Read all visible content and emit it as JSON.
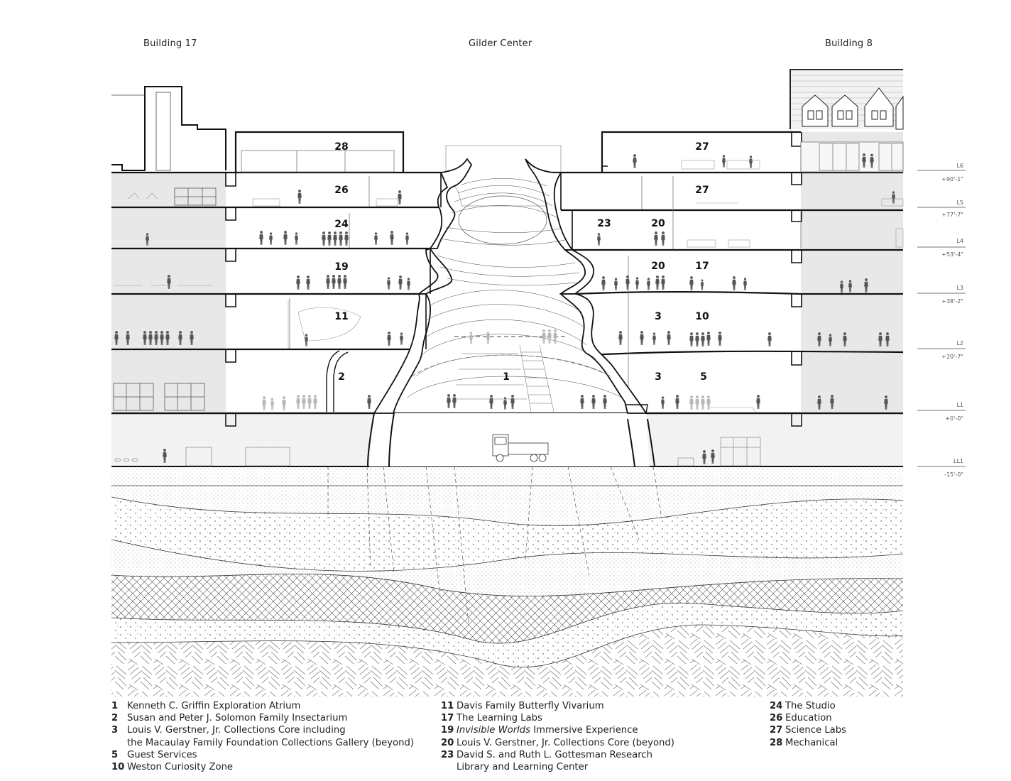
{
  "headers": {
    "building_17": "Building 17",
    "gilder_center": "Gilder Center",
    "building_8": "Building 8"
  },
  "room_numbers": [
    "28",
    "27",
    "26",
    "27",
    "24",
    "23",
    "20",
    "19",
    "20",
    "17",
    "11",
    "3",
    "10",
    "2",
    "1",
    "3",
    "5"
  ],
  "levels": [
    {
      "name": "L6",
      "elev": "+90'-1\""
    },
    {
      "name": "L5",
      "elev": "+77'-7\""
    },
    {
      "name": "L4",
      "elev": "+53'-4\""
    },
    {
      "name": "L3",
      "elev": "+38'-2\""
    },
    {
      "name": "L2",
      "elev": "+20'-7\""
    },
    {
      "name": "L1",
      "elev": "+0'-0\""
    },
    {
      "name": "LL1",
      "elev": "-15'-0\""
    }
  ],
  "legend": {
    "col1": [
      {
        "num": "1",
        "text": "Kenneth C. Griffin Exploration Atrium"
      },
      {
        "num": "2",
        "text": "Susan and Peter J. Solomon Family Insectarium"
      },
      {
        "num": "3",
        "text": "Louis V. Gerstner, Jr. Collections Core including",
        "cont": "the Macaulay Family Foundation Collections Gallery (beyond)"
      },
      {
        "num": "5",
        "text": "Guest Services"
      },
      {
        "num": "10",
        "text": "Weston Curiosity Zone"
      }
    ],
    "col2": [
      {
        "num": "11",
        "text": "Davis Family Butterfly Vivarium"
      },
      {
        "num": "17",
        "text": "The Learning Labs"
      },
      {
        "num": "19",
        "text_italic": "Invisible Worlds",
        "text": " Immersive Experience"
      },
      {
        "num": "20",
        "text": "Louis V. Gerstner, Jr. Collections Core (beyond)"
      },
      {
        "num": "23",
        "text": "David S. and Ruth L. Gottesman Research",
        "cont": "Library and Learning Center"
      }
    ],
    "col3": [
      {
        "num": "24",
        "text": "The Studio"
      },
      {
        "num": "26",
        "text": "Education"
      },
      {
        "num": "27",
        "text": "Science Labs"
      },
      {
        "num": "28",
        "text": "Mechanical"
      }
    ]
  },
  "colors": {
    "line": "#1a1a1a",
    "wall_fill": "#e6e6e6",
    "figure": "#555555",
    "faint": "#b8b8b8"
  }
}
